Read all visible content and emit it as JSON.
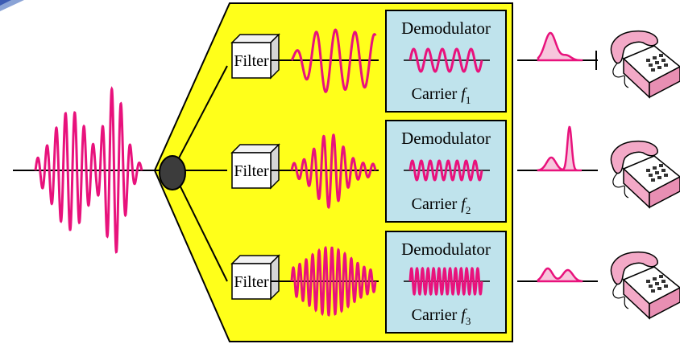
{
  "colors": {
    "signal": "#e8127c",
    "panel": "#ffff1a",
    "demod_box": "#bfe3ec",
    "output_fill": "#f7c6dc",
    "phone_body": "#f3a9c7",
    "splitter": "#3c3c3c",
    "line": "#000000"
  },
  "channels": [
    {
      "filter_label": "Filter",
      "demod_label": "Demodulator",
      "carrier_text": "Carrier ",
      "carrier_symbol": "f",
      "carrier_sub": "1",
      "phone_icon": "telephone-icon"
    },
    {
      "filter_label": "Filter",
      "demod_label": "Demodulator",
      "carrier_text": "Carrier ",
      "carrier_symbol": "f",
      "carrier_sub": "2",
      "phone_icon": "telephone-icon"
    },
    {
      "filter_label": "Filter",
      "demod_label": "Demodulator",
      "carrier_text": "Carrier ",
      "carrier_symbol": "f",
      "carrier_sub": "3",
      "phone_icon": "telephone-icon"
    }
  ]
}
